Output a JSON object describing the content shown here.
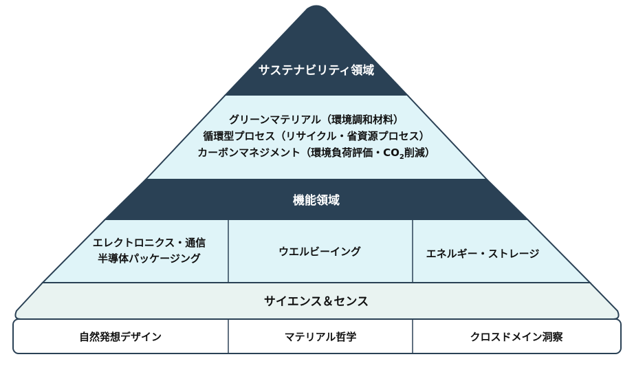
{
  "colors": {
    "dark_band": "#2a4155",
    "light_band": "#dff4f8",
    "pale_band": "#e9f3f1",
    "base_fill": "#ffffff",
    "stroke": "#2a4155",
    "text_dark": "#111111",
    "text_light": "#ffffff"
  },
  "pyramid": {
    "apex": {
      "title": "サステナビリティ領域"
    },
    "sustainability_items": [
      "グリーンマテリアル（環境調和材料）",
      "循環型プロセス（リサイクル・省資源プロセス）",
      "カーボンマネジメント（環境負荷評価・CO",
      "2",
      "削減）"
    ],
    "function": {
      "title": "機能領域",
      "cells": [
        {
          "line1": "エレクトロニクス・通信",
          "line2": "半導体パッケージング"
        },
        {
          "line1": "ウエルビーイング"
        },
        {
          "line1": "エネルギー・ストレージ"
        }
      ]
    },
    "science": {
      "title": "サイエンス＆センス"
    },
    "base": {
      "cells": [
        "自然発想デザイン",
        "マテリアル哲学",
        "クロスドメイン洞察"
      ]
    }
  }
}
